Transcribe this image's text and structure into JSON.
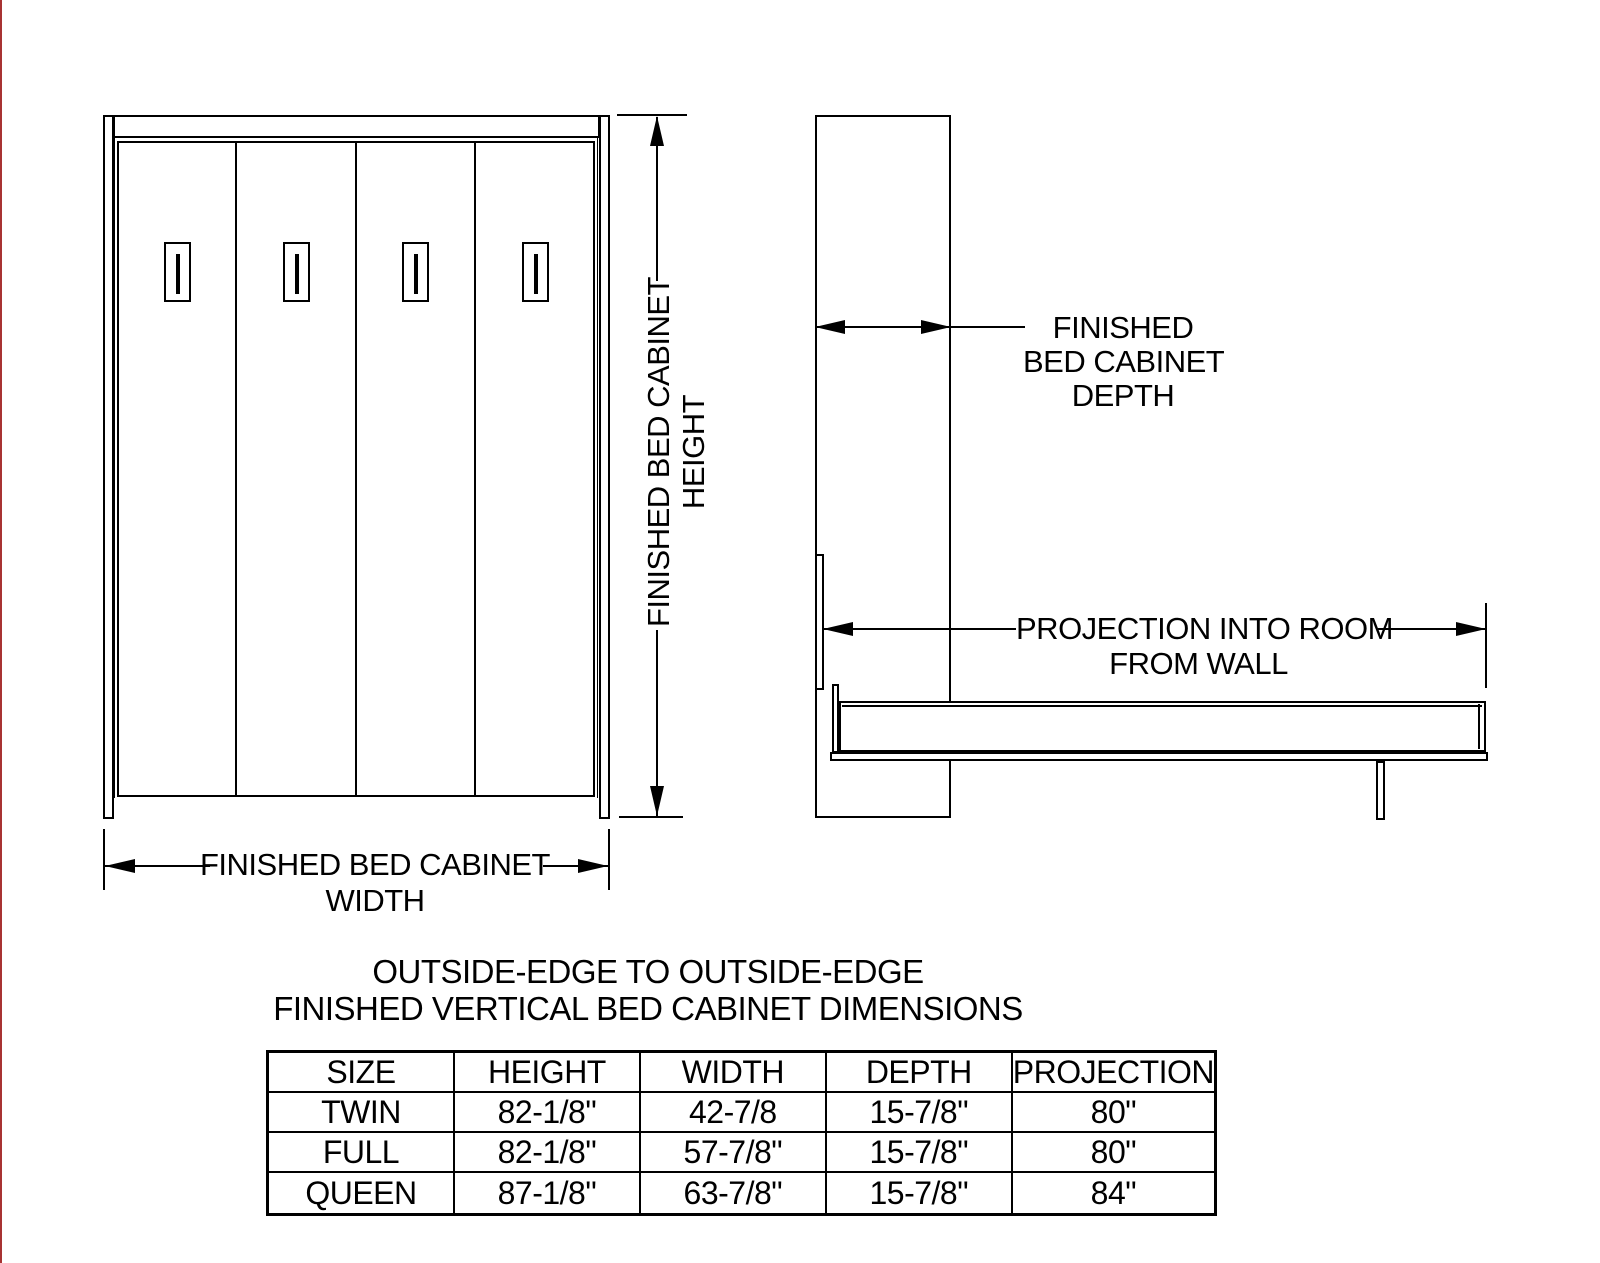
{
  "front_view": {
    "height_label_line1": "FINISHED BED CABINET",
    "height_label_line2": "HEIGHT",
    "width_label_line1": "FINISHED BED CABINET",
    "width_label_line2": "WIDTH"
  },
  "side_view": {
    "depth_label_line1": "FINISHED",
    "depth_label_line2": "BED CABINET",
    "depth_label_line3": "DEPTH",
    "projection_label_line1": "PROJECTION INTO ROOM",
    "projection_label_line2": "FROM WALL"
  },
  "table_title": {
    "line1": "OUTSIDE-EDGE TO OUTSIDE-EDGE",
    "line2": "FINISHED VERTICAL BED CABINET DIMENSIONS"
  },
  "dimensions_table": {
    "headers": [
      "SIZE",
      "HEIGHT",
      "WIDTH",
      "DEPTH",
      "PROJECTION"
    ],
    "rows": [
      {
        "size": "TWIN",
        "height": "82-1/8\"",
        "width": "42-7/8",
        "depth": "15-7/8\"",
        "projection": "80\""
      },
      {
        "size": "FULL",
        "height": "82-1/8\"",
        "width": "57-7/8\"",
        "depth": "15-7/8\"",
        "projection": "80\""
      },
      {
        "size": "QUEEN",
        "height": "87-1/8\"",
        "width": "63-7/8\"",
        "depth": "15-7/8\"",
        "projection": "84\""
      }
    ]
  },
  "colors": {
    "line": "#000000",
    "background": "#ffffff",
    "edge_stripe": "#a83232"
  }
}
